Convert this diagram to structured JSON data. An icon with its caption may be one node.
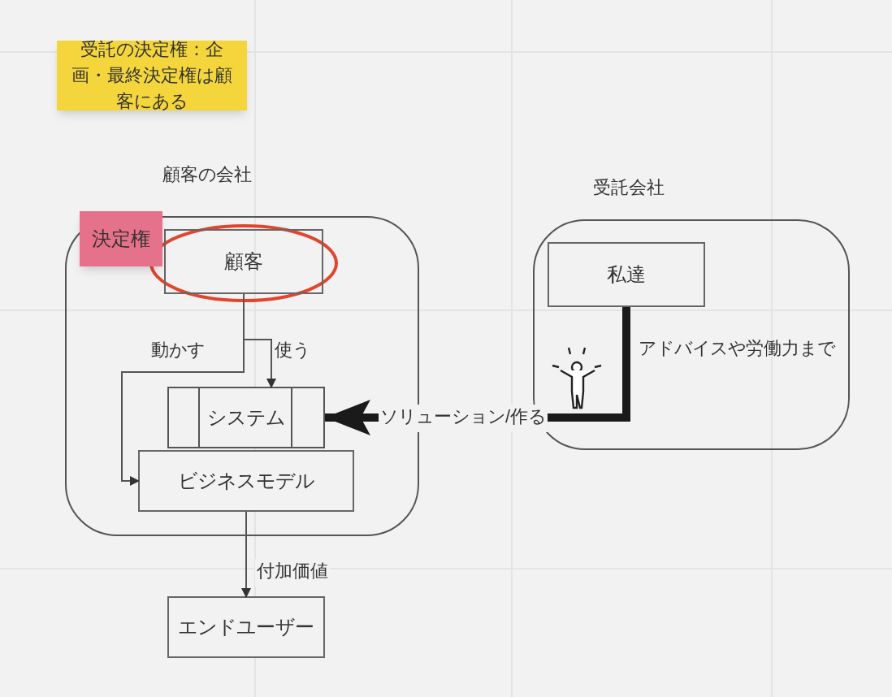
{
  "diagram": {
    "nodes": [
      {
        "text": [
          "受託の決定権：企画・最終決定権は顧客にある"
        ]
      },
      {
        "text": [
          "顧客の会社"
        ]
      },
      {
        "text": [
          "決定権"
        ]
      },
      {
        "text": [
          "顧客"
        ],
        "in": 1
      },
      {
        "text": [
          "システム"
        ],
        "in": 1
      },
      {
        "text": [
          "ビジネスモデル"
        ],
        "in": 1
      },
      {
        "text": [
          "受託会社"
        ]
      },
      {
        "text": [
          "私達"
        ],
        "in": 6
      },
      {
        "text": [
          "エンドユーザー"
        ]
      }
    ],
    "edges": [
      {
        "from": 3,
        "to": 4,
        "arrow": "to",
        "label": "使う"
      },
      {
        "from": 3,
        "to": 5,
        "arrow": "to",
        "label": "動かす"
      },
      {
        "from": 7,
        "to": 4,
        "arrow": "to",
        "label": "ソリューション/作る",
        "style": "thick"
      },
      {
        "from": 5,
        "to": 8,
        "arrow": "to",
        "label": "付加価値"
      }
    ],
    "labels": [
      "アドバイスや労働力まで"
    ]
  }
}
